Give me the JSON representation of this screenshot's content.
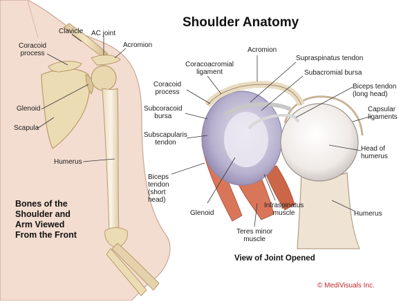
{
  "title": "Shoulder Anatomy",
  "front_view": {
    "caption": [
      "Bones of the",
      "Shoulder and",
      "Arm Viewed",
      "From the Front"
    ],
    "labels": {
      "clavicle": "Clavicle",
      "ac_joint": "AC joint",
      "acromion": "Acromion",
      "coracoid_process": [
        "Coracoid",
        "process"
      ],
      "glenoid": "Glenoid",
      "scapula": "Scapula",
      "humerus": "Humerus"
    }
  },
  "joint_view": {
    "caption": "View of Joint Opened",
    "labels": {
      "coracoacromial_ligament": [
        "Coracoacromial",
        "ligament"
      ],
      "acromion": "Acromion",
      "supraspinatus_tendon": "Supraspinatus tendon",
      "subacromial_bursa": "Subacromial bursa",
      "coracoid_process": [
        "Coracoid",
        "process"
      ],
      "biceps_tendon_long": [
        "Biceps tendon",
        "(long head)"
      ],
      "subcoracoid_bursa": [
        "Subcoracoid",
        "bursa"
      ],
      "capsular_ligaments": [
        "Capsular",
        "ligaments"
      ],
      "subscapularis_tendon": [
        "Subscapularis",
        "tendon"
      ],
      "head_of_humerus": [
        "Head of",
        "humerus"
      ],
      "biceps_tendon_short": [
        "Biceps",
        "tendon",
        "(short",
        "head)"
      ],
      "glenoid": "Glenoid",
      "infraspinatus_muscle": [
        "Infraspinatus",
        "muscle"
      ],
      "teres_minor_muscle": [
        "Teres minor",
        "muscle"
      ],
      "humerus": "Humerus"
    }
  },
  "copyright": "© MediVisuals Inc.",
  "colors": {
    "skin": "#f3ddd0",
    "bone": "#ecdcb4",
    "bone_edge": "#b89a6a",
    "muscle": "#d9765a",
    "glenoid": "#b9b2cf",
    "humeral_head": "#f1efec",
    "copyright": "#c0282d"
  }
}
